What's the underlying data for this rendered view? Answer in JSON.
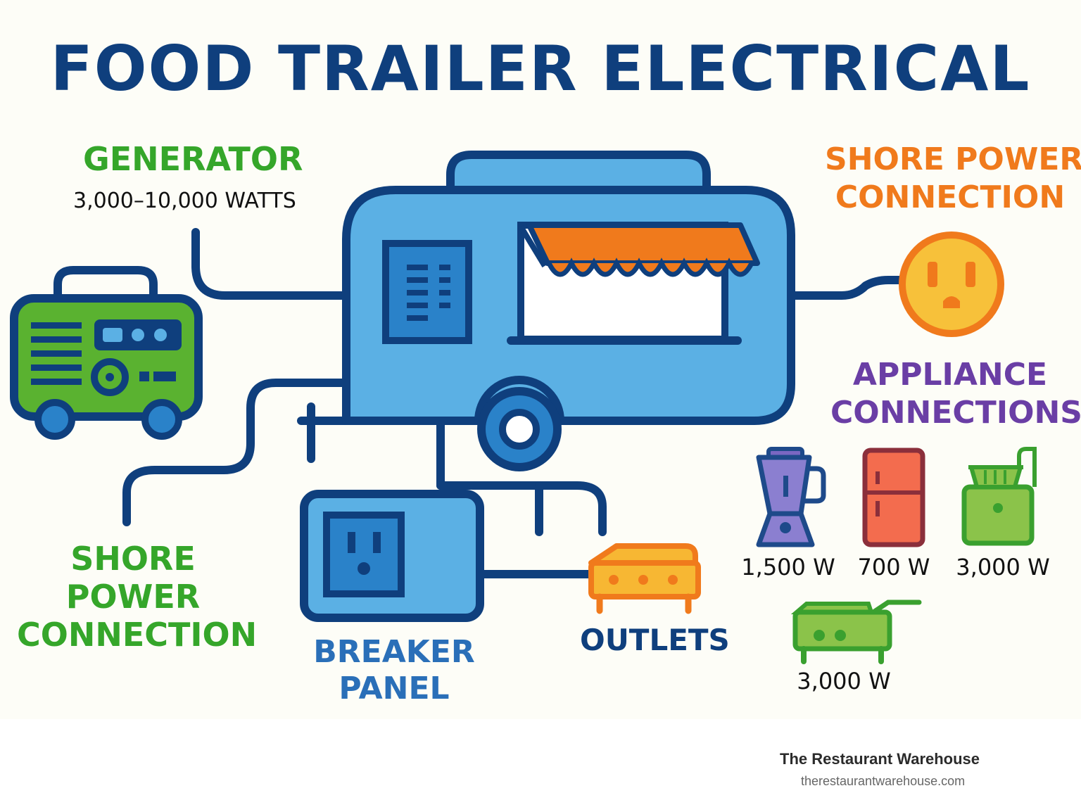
{
  "title": "FOOD TRAILER ELECTRICAL",
  "labels": {
    "generator": "GENERATOR",
    "generator_watts": "3,000–10,000 WATTS",
    "shore_power_top_line1": "SHORE POWER",
    "shore_power_top_line2": "CONNECTION",
    "appliance_line1": "APPLIANCE",
    "appliance_line2": "CONNECTIONS",
    "shore_left_line1": "SHORE",
    "shore_left_line2": "POWER",
    "shore_left_line3": "CONNECTION",
    "breaker_line1": "BREAKER",
    "breaker_line2": "PANEL",
    "outlets": "OUTLETS"
  },
  "appliances": [
    {
      "name": "blender-icon",
      "watts": "1,500 W"
    },
    {
      "name": "refrigerator-icon",
      "watts": "700 W"
    },
    {
      "name": "fryer-icon",
      "watts": "3,000 W"
    },
    {
      "name": "griddle-icon",
      "watts": "3,000 W"
    }
  ],
  "footer": {
    "brand": "The Restaurant Warehouse",
    "url": "therestaurantwarehouse.com"
  },
  "colors": {
    "navy": "#0f3f7d",
    "trailer_blue": "#5bb0e4",
    "generator_green": "#5ab230",
    "label_green": "#35a62a",
    "orange": "#f07a1c",
    "purple": "#6a3ea5"
  }
}
